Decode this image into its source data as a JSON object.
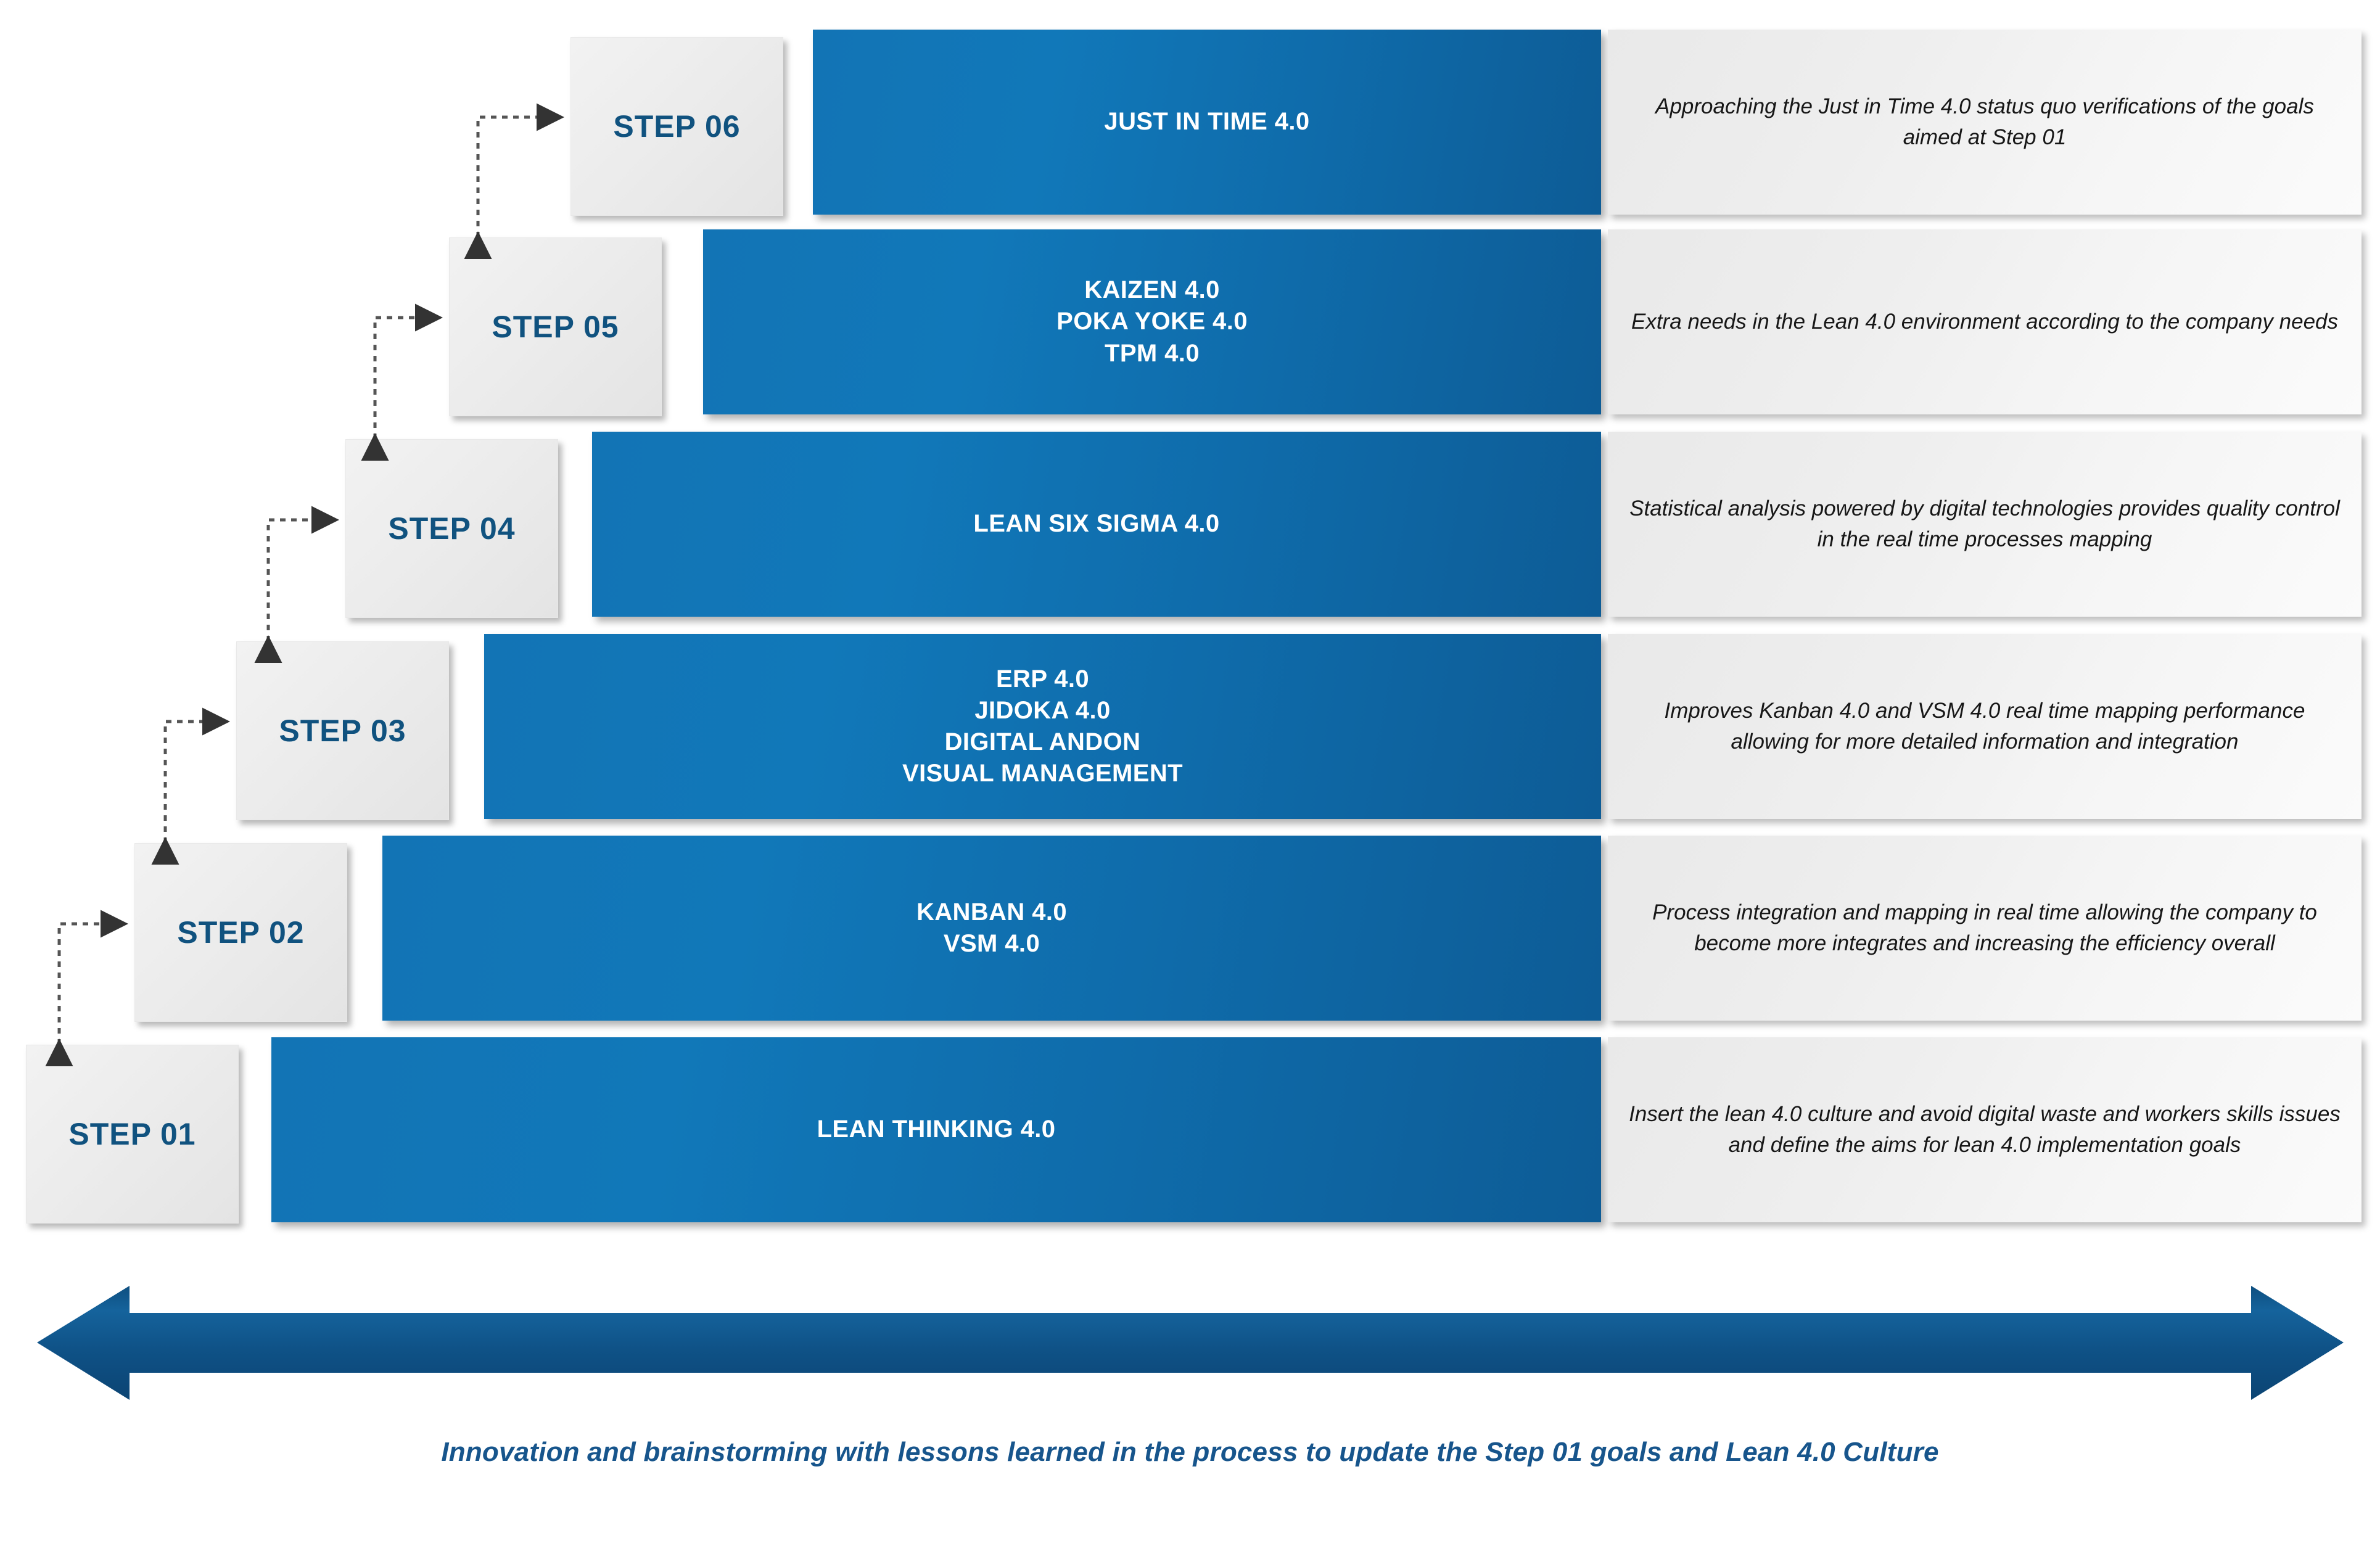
{
  "diagram": {
    "title_caption": "Innovation and brainstorming with lessons learned in the process to update the Step 01 goals and Lean 4.0 Culture",
    "colors": {
      "step_label_blue": "#10527f",
      "bar_blue_light": "#1274b5",
      "bar_blue_dark": "#0d5c96",
      "panel_gray": "#eeeeee",
      "caption_blue": "#17558c",
      "connector_gray": "#4d4d4d"
    },
    "steps": [
      {
        "id": "step-06",
        "label": "STEP 06",
        "tools": [
          "JUST IN TIME 4.0"
        ],
        "description": "Approaching the Just in Time 4.0 status quo verifications of the goals aimed at Step 01"
      },
      {
        "id": "step-05",
        "label": "STEP 05",
        "tools": [
          "KAIZEN 4.0",
          "POKA YOKE 4.0",
          "TPM 4.0"
        ],
        "description": "Extra needs in the Lean 4.0 environment according to the company needs"
      },
      {
        "id": "step-04",
        "label": "STEP 04",
        "tools": [
          "LEAN SIX SIGMA 4.0"
        ],
        "description": "Statistical analysis powered by digital technologies provides quality control in the real time processes mapping"
      },
      {
        "id": "step-03",
        "label": "STEP 03",
        "tools": [
          "ERP 4.0",
          "JIDOKA 4.0",
          "DIGITAL ANDON",
          "VISUAL MANAGEMENT"
        ],
        "description": "Improves Kanban 4.0 and VSM 4.0 real time mapping performance allowing for more detailed information and integration"
      },
      {
        "id": "step-02",
        "label": "STEP 02",
        "tools": [
          "KANBAN 4.0",
          "VSM 4.0"
        ],
        "description": "Process integration and mapping in real time allowing the company to become more integrates and increasing the efficiency overall"
      },
      {
        "id": "step-01",
        "label": "STEP 01",
        "tools": [
          "LEAN THINKING 4.0"
        ],
        "description": "Insert the lean 4.0 culture and avoid digital waste and workers skills issues and define the aims for lean 4.0 implementation goals"
      }
    ]
  }
}
